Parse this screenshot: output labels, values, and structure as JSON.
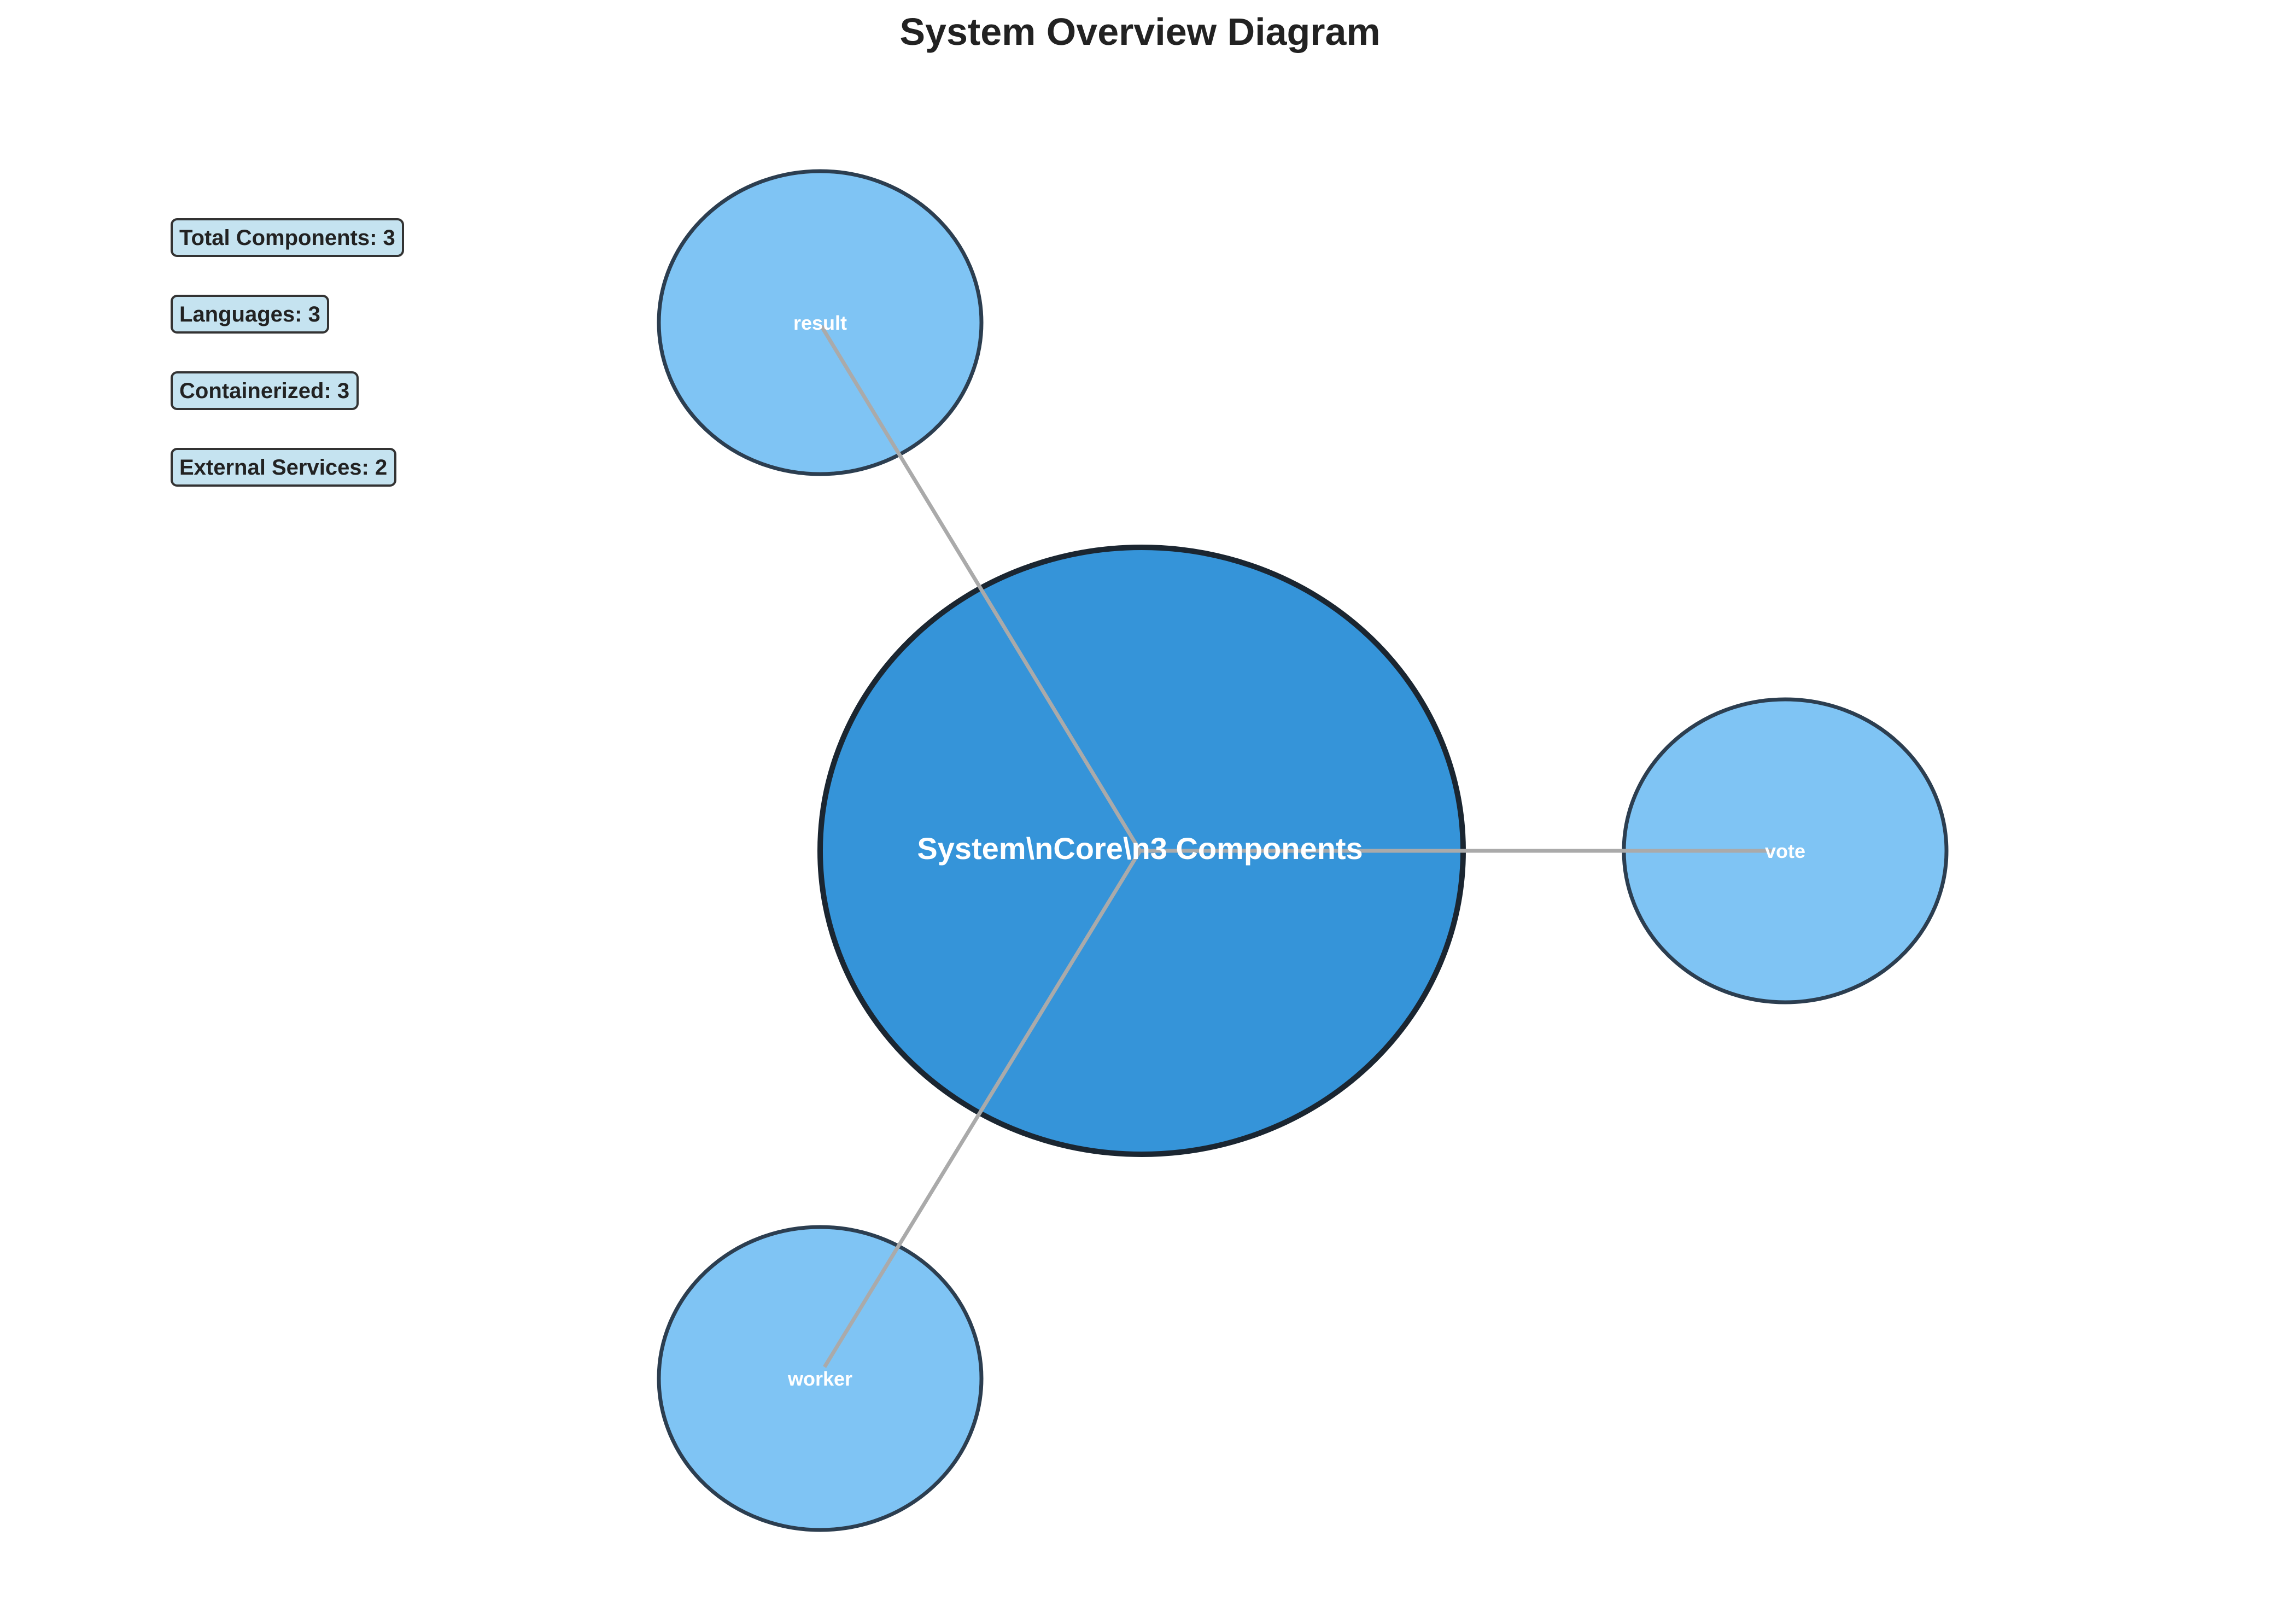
{
  "title": "System Overview Diagram",
  "stats": [
    {
      "label": "Total Components: 3"
    },
    {
      "label": "Languages: 3"
    },
    {
      "label": "Containerized: 3"
    },
    {
      "label": "External Services: 2"
    }
  ],
  "center_node": {
    "label": "System\\nCore\\n3 Components"
  },
  "components": [
    {
      "name": "result"
    },
    {
      "name": "vote"
    },
    {
      "name": "worker"
    }
  ],
  "colors": {
    "center_fill": "#3594d9",
    "component_fill": "#7fc4f4",
    "node_stroke": "#2c3e50",
    "center_stroke": "#1b2631",
    "edge": "#aaaaaa",
    "stat_box_fill": "#c5e3f0",
    "stat_box_stroke": "#333333"
  }
}
